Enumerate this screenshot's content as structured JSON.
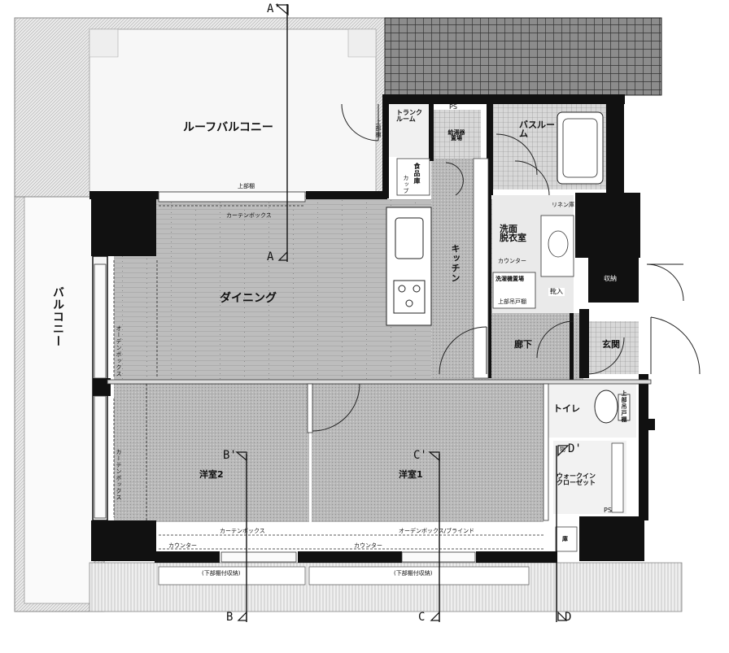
{
  "rooms": {
    "roof_balcony": "ルーフバルコニー",
    "balcony": "バルコニー",
    "dining": "ダイニング",
    "kitchen": "キッチン",
    "bath": "バスルーム",
    "wash": "洗面\n脱衣室",
    "western2": "洋室2",
    "western1": "洋室1",
    "toilet": "トイレ",
    "walkin": "ウォークイン\nクローゼット",
    "entrance": "玄関",
    "hallway": "廊下",
    "trunk_room": "トランク\nルーム",
    "storage": "収納",
    "shoe": "靴入",
    "ps_top": "PS",
    "ps_right": "PS",
    "pantry": "食品庫",
    "storage_top": "上部棚",
    "shelf_label": "上部棚",
    "linen": "リネン庫",
    "linen_small": "物",
    "lower_storage_1": "(下部棚付収納)",
    "lower_storage_2": "(下部棚付収納)",
    "curtain_1": "カーテンボックス",
    "curtain_2": "オーデンボックス",
    "curtain_3": "オーデンボックス/ブラインド",
    "curtain_4": "カーテンボックス",
    "curtain_5": "カーテンボックス",
    "counter": "カウンター",
    "counter_2": "カウンター",
    "wash_shelf": "上部吊戸棚",
    "wash_machine": "洗濯機置場",
    "wash_counter": "カウンター",
    "gas_meter": "給湯器\n置場",
    "kitchen_shelf": "カップ",
    "toilet_shelf": "上部吊戸棚",
    "small_box": "庫"
  },
  "sections": {
    "a_top": "A'",
    "a_bottom": "A",
    "b_top": "B'",
    "b_bottom": "B",
    "c_top": "C'",
    "c_bottom": "C",
    "d_top": "D'",
    "d_bottom": "D"
  },
  "colors": {
    "wall": "#111111",
    "floor": "#b5b5b5",
    "floor_light": "#d4d4d4",
    "tile": "#555555",
    "balcony": "#ededed",
    "line": "#333333"
  }
}
